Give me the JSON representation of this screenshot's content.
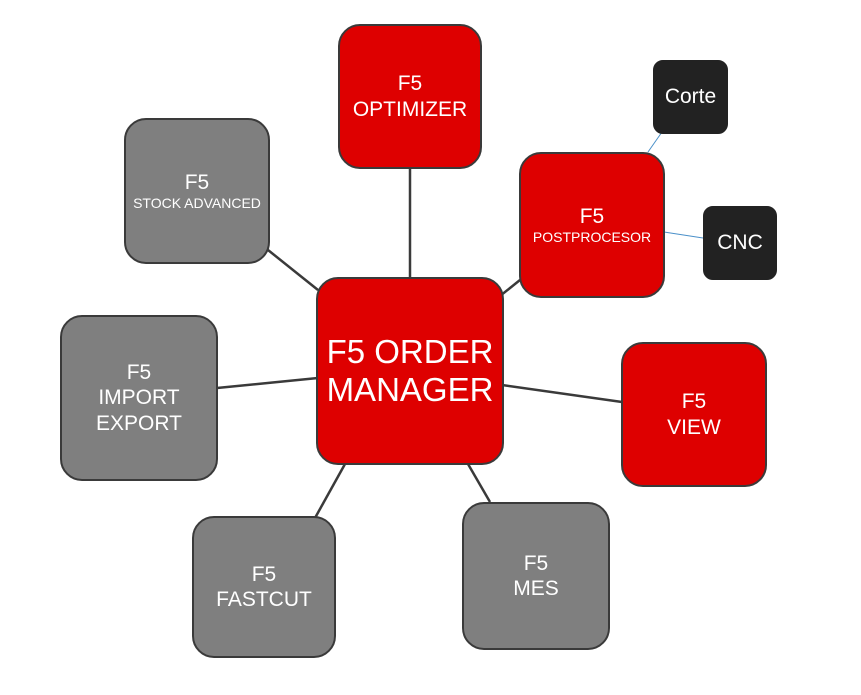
{
  "colors": {
    "red": "#de0000",
    "gray": "#7f7f7f",
    "dark": "#222222",
    "line": "#3a3a3a",
    "accent_line": "#4a90c9"
  },
  "center": {
    "line1": "F5 ORDER",
    "line2": "MANAGER"
  },
  "optimizer": {
    "line1": "F5",
    "line2": "OPTIMIZER"
  },
  "stock_advanced": {
    "line1": "F5",
    "line2": "STOCK ADVANCED"
  },
  "postprocesor": {
    "line1": "F5",
    "line2": "POSTPROCESOR"
  },
  "corte": {
    "label": "Corte"
  },
  "cnc": {
    "label": "CNC"
  },
  "import_export": {
    "line1": "F5",
    "line2": "IMPORT",
    "line3": "EXPORT"
  },
  "view": {
    "line1": "F5",
    "line2": "VIEW"
  },
  "fastcut": {
    "line1": "F5",
    "line2": "FASTCUT"
  },
  "mes": {
    "line1": "F5",
    "line2": "MES"
  }
}
